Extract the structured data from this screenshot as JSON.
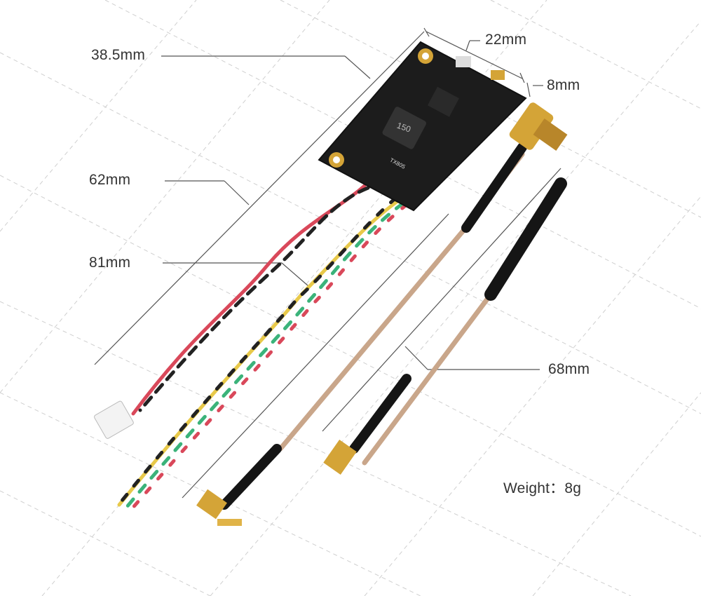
{
  "dimensions": {
    "pcb_length": "38.5mm",
    "pcb_width": "22mm",
    "pcb_height": "8mm",
    "power_cable": "62mm",
    "signal_cable": "81mm",
    "antenna_cable": "68mm"
  },
  "weight_label": "Weight：8g",
  "pcb_marking": "TX805",
  "inductor_marking": "150",
  "colors": {
    "pcb": "#1c1c1c",
    "gold": "#d4a437",
    "coax": "#c9a68a",
    "wire_red": "#d9485a",
    "wire_black": "#222222",
    "wire_yellow": "#e8c94a",
    "wire_green": "#3bb37a",
    "grid_line": "#c8c8c8"
  }
}
